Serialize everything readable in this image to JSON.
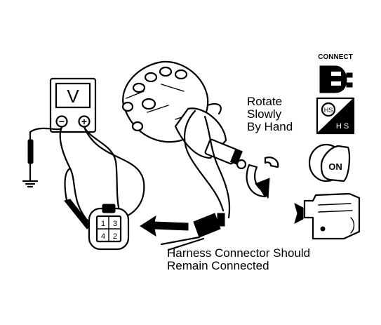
{
  "voltmeter": {
    "symbol": "V",
    "neg_symbol": "−",
    "pos_symbol": "+"
  },
  "connector": {
    "pins": [
      "1",
      "3",
      "4",
      "2"
    ]
  },
  "labels": {
    "rotate": [
      "Rotate",
      "Slowly",
      "By Hand"
    ],
    "harness": [
      "Harness Connector Should",
      "Remain Connected"
    ]
  },
  "icons": {
    "connect_label": "CONNECT",
    "selector_top": "HS",
    "selector_bottom": "H S",
    "ignition_label": "ON"
  },
  "colors": {
    "ink": "#000000",
    "paper": "#ffffff"
  }
}
